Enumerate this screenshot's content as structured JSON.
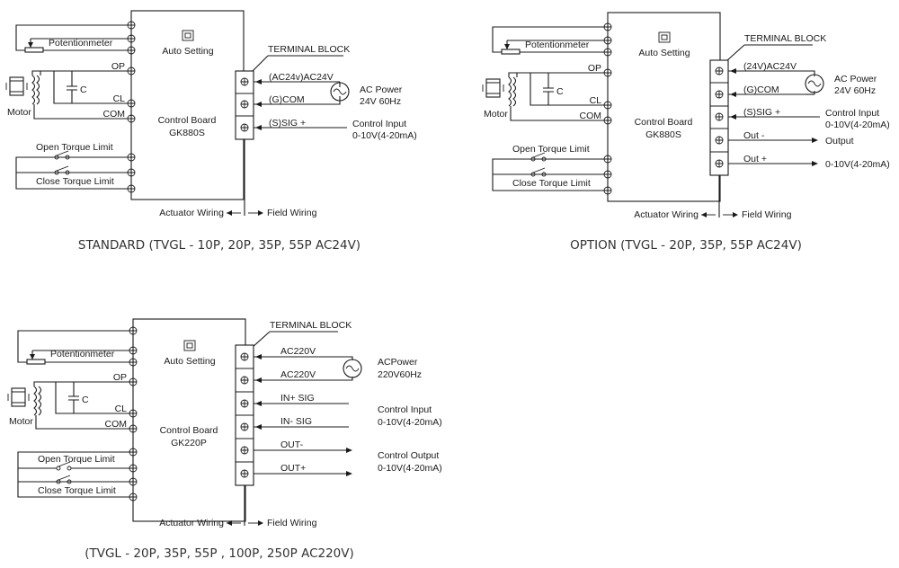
{
  "diagrams": [
    {
      "caption": "STANDARD (TVGL - 10P, 20P, 35P, 55P AC24V)",
      "labels": {
        "potentiometer": "Potentionmeter",
        "auto_setting": "Auto Setting",
        "op": "OP",
        "cl": "CL",
        "com": "COM",
        "capacitor": "C",
        "motor": "Motor",
        "board_line1": "Control Board",
        "board_line2": "GK880S",
        "open_torque": "Open Torque Limit",
        "close_torque": "Close Torque Limit",
        "terminal_block": "TERMINAL BLOCK",
        "actuator_wiring": "Actuator Wiring",
        "field_wiring": "Field Wiring"
      },
      "terminals": [
        {
          "label": "(AC24v)AC24V"
        },
        {
          "label": "(G)COM"
        },
        {
          "label": "(S)SIG +"
        }
      ],
      "field": {
        "power_line1": "AC Power",
        "power_line2": "24V 60Hz",
        "input_line1": "Control Input",
        "input_line2": "0-10V(4-20mA)"
      }
    },
    {
      "caption": "OPTION (TVGL - 20P, 35P, 55P AC24V)",
      "labels": {
        "potentiometer": "Potentionmeter",
        "auto_setting": "Auto Setting",
        "op": "OP",
        "cl": "CL",
        "com": "COM",
        "capacitor": "C",
        "motor": "Motor",
        "board_line1": "Control Board",
        "board_line2": "GK880S",
        "open_torque": "Open Torque Limit",
        "close_torque": "Close Torque Limit",
        "terminal_block": "TERMINAL BLOCK",
        "actuator_wiring": "Actuator Wiring",
        "field_wiring": "Field Wiring"
      },
      "terminals": [
        {
          "label": "(24V)AC24V"
        },
        {
          "label": "(G)COM"
        },
        {
          "label": "(S)SIG +"
        },
        {
          "label": "Out -"
        },
        {
          "label": "Out +"
        }
      ],
      "field": {
        "power_line1": "AC Power",
        "power_line2": "24V 60Hz",
        "input_line1": "Control Input",
        "input_line2": "0-10V(4-20mA)",
        "output_line1": "Output",
        "output_line2": "0-10V(4-20mA)"
      }
    },
    {
      "caption": "(TVGL - 20P, 35P, 55P , 100P, 250P AC220V)",
      "labels": {
        "potentiometer": "Potentionmeter",
        "auto_setting": "Auto Setting",
        "op": "OP",
        "cl": "CL",
        "com": "COM",
        "capacitor": "C",
        "motor": "Motor",
        "board_line1": "Control Board",
        "board_line2": "GK220P",
        "open_torque": "Open Torque Limit",
        "close_torque": "Close Torque Limit",
        "terminal_block": "TERMINAL BLOCK",
        "actuator_wiring": "Actuator Wiring",
        "field_wiring": "Field Wiring"
      },
      "terminals": [
        {
          "label": "AC220V"
        },
        {
          "label": "AC220V"
        },
        {
          "label": "IN+ SIG"
        },
        {
          "label": "IN- SIG"
        },
        {
          "label": "OUT-"
        },
        {
          "label": "OUT+"
        }
      ],
      "field": {
        "power_line1": "ACPower",
        "power_line2": "220V60Hz",
        "input_line1": "Control Input",
        "input_line2": "0-10V(4-20mA)",
        "output_line1": "Control Output",
        "output_line2": "0-10V(4-20mA)"
      }
    }
  ]
}
